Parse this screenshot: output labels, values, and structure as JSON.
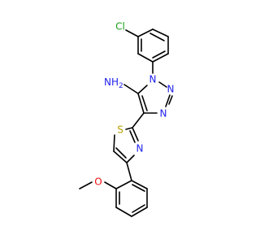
{
  "molecule": {
    "atoms": {
      "cl": "Cl",
      "nh2": "NH",
      "nh2_sub": "2",
      "n1": "N",
      "n2": "N",
      "n3": "N",
      "s": "S",
      "n_thz": "N",
      "o": "O"
    },
    "colors": {
      "bond": "#000000",
      "chlorine": "#1aa11a",
      "nitrogen": "#2222ee",
      "sulfur": "#b8a000",
      "oxygen": "#ee1111"
    }
  }
}
